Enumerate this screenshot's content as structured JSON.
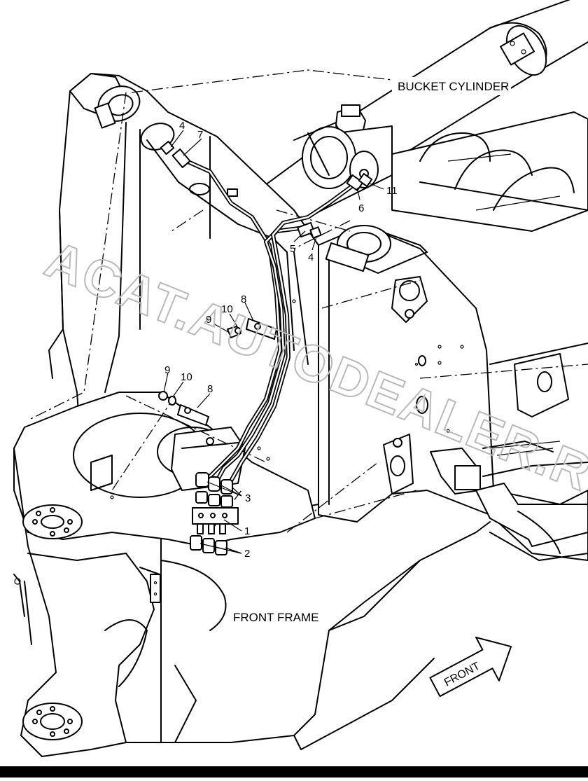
{
  "labels": {
    "bucket_cylinder": "BUCKET CYLINDER",
    "front_frame": "FRONT FRAME",
    "front_arrow": "FRONT",
    "watermark": "ACAT.AUTODEALER.RU"
  },
  "callouts": {
    "c4_top": "4",
    "c7": "7",
    "c11": "11",
    "c6": "6",
    "c5": "5",
    "c4_mid": "4",
    "c8_upper": "8",
    "c10_upper": "10",
    "c9_upper": "9",
    "c9_lower": "9",
    "c10_lower": "10",
    "c8_lower": "8",
    "c3": "3",
    "c1": "1",
    "c2": "2"
  }
}
